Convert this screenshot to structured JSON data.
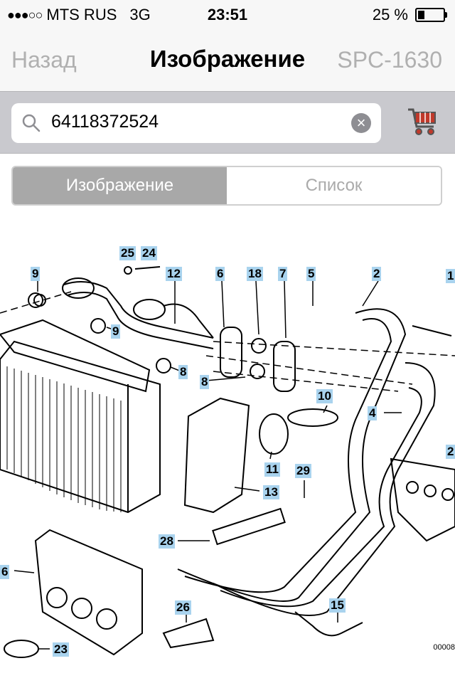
{
  "status_bar": {
    "signal_dots": "●●●○○",
    "carrier": "MTS RUS",
    "network": "3G",
    "time": "23:51",
    "battery_text": "25 %",
    "battery_level": 0.25
  },
  "nav": {
    "back_label": "Назад",
    "title": "Изображение",
    "right_label": "SPC-1630"
  },
  "search": {
    "value": "64118372524",
    "placeholder": ""
  },
  "segment": {
    "tabs": [
      {
        "label": "Изображение",
        "selected": true
      },
      {
        "label": "Список",
        "selected": false
      }
    ]
  },
  "diagram": {
    "callouts": [
      "25",
      "24",
      "9",
      "12",
      "6",
      "18",
      "7",
      "5",
      "2",
      "1",
      "9",
      "8",
      "8",
      "10",
      "4",
      "2",
      "11",
      "29",
      "13",
      "28",
      "26",
      "15",
      "6",
      "23"
    ],
    "code": "00008"
  },
  "colors": {
    "callout_bg": "#a9d3ee",
    "segment_active": "#a8a8a8",
    "cart_red": "#c0392b"
  }
}
